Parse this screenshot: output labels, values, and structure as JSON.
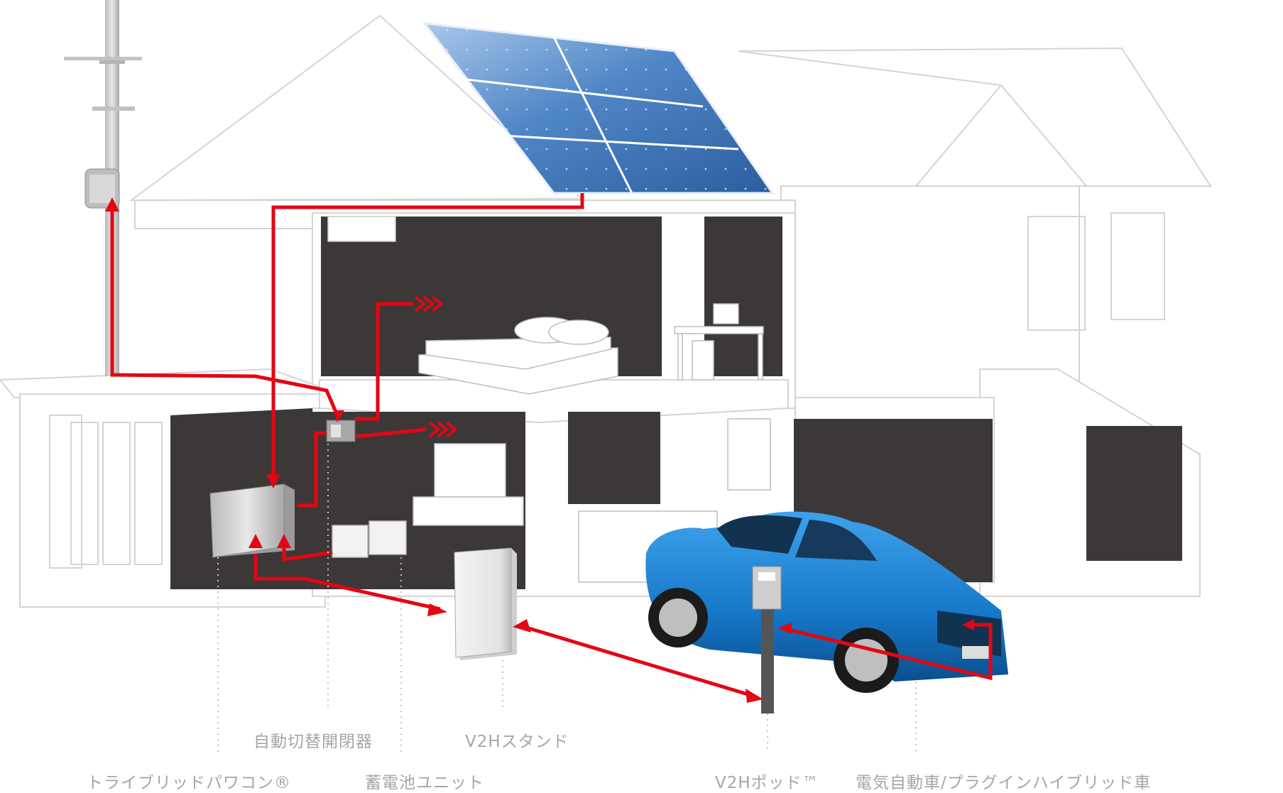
{
  "labels": {
    "trybrid_pcs": "トライブリッドパワコン®",
    "auto_switch": "自動切替開閉器",
    "battery_unit": "蓄電池ユニット",
    "v2h_stand": "V2Hスタンド",
    "v2h_pod": "V2Hポッド™",
    "ev_phv": "電気自動車/プラグインハイブリッド車"
  },
  "colors": {
    "flow": "#e30613",
    "room_dark": "#3d3838",
    "outline": "#dadada",
    "solar": "#3a6fb0",
    "car": "#1d86d6",
    "label_text": "#a6a6a6"
  },
  "icons": [
    "utility-pole-icon",
    "solar-panel-icon",
    "power-conditioner-icon",
    "auto-switch-icon",
    "battery-unit-icon",
    "v2h-stand-icon",
    "v2h-pod-icon",
    "electric-car-icon"
  ]
}
